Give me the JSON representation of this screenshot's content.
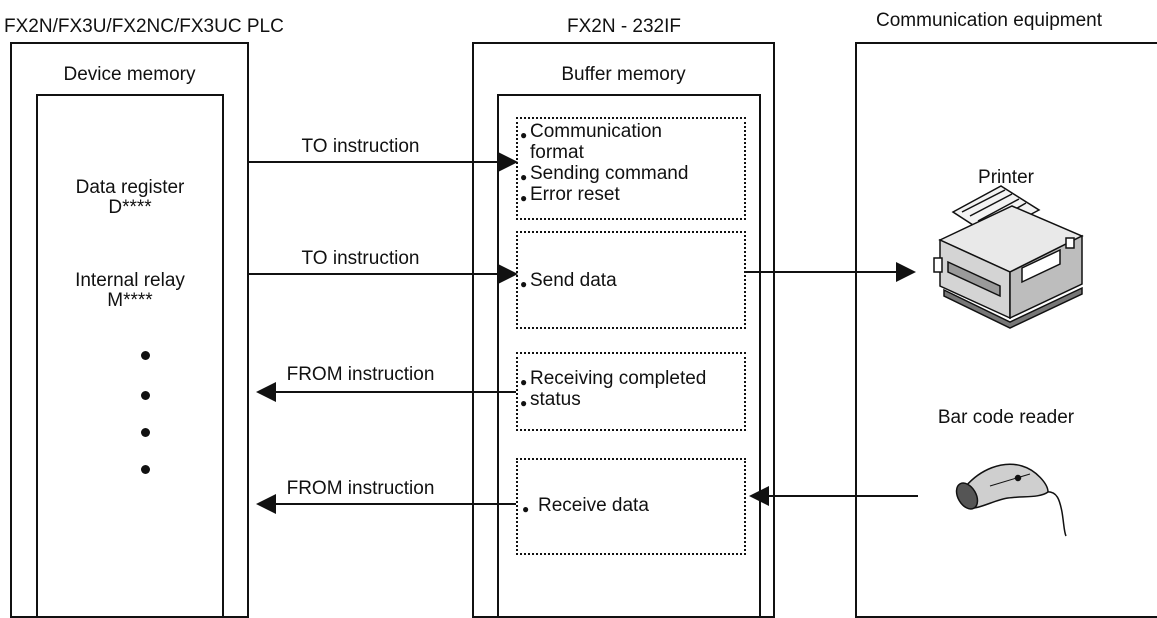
{
  "columns": {
    "plc": {
      "title": "FX2N/FX3U/FX2NC/FX3UC PLC",
      "box_title": "Device memory"
    },
    "module": {
      "title": "FX2N - 232IF",
      "box_title": "Buffer memory"
    },
    "equipment": {
      "title": "Communication equipment"
    }
  },
  "device_memory": {
    "items": [
      {
        "name": "Data register",
        "code": "D****"
      },
      {
        "name": "Internal relay",
        "code": "M****"
      }
    ],
    "ellipsis_dots": 4
  },
  "buffer_groups": [
    {
      "bullets": [
        "Communication",
        "Sending command",
        "Error reset"
      ],
      "continuations": [
        "format"
      ]
    },
    {
      "bullets": [
        "Send data"
      ]
    },
    {
      "bullets": [
        "Receiving completed",
        "status"
      ]
    },
    {
      "bullets": [
        "Receive data"
      ]
    }
  ],
  "arrows": {
    "to_1": "TO instruction",
    "to_2": "TO instruction",
    "from_1": "FROM instruction",
    "from_2": "FROM instruction"
  },
  "equipment": {
    "printer": "Printer",
    "barcode": "Bar code reader"
  }
}
